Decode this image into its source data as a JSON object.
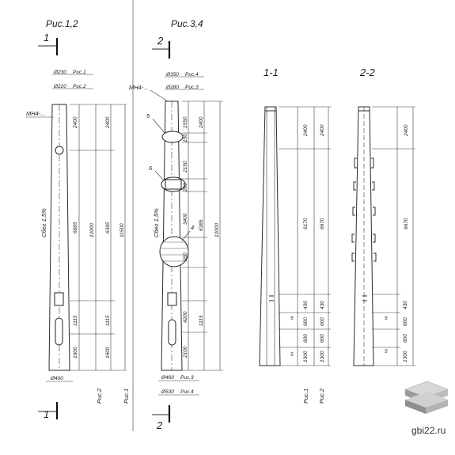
{
  "watermark": "gbi22.ru",
  "fig12": {
    "title": "Рис.1,2",
    "section_mark": "1",
    "top_dim1": "Ø230",
    "top_dim1_ref": "Рис.1",
    "top_dim2": "Ø220",
    "top_dim2_ref": "Рис.2",
    "embedded": "МН4-...",
    "slope": "Сбег 1,5%",
    "d1": "2400",
    "d2": "2400",
    "d3": "6885",
    "d4": "12000",
    "d5": "6385",
    "d6": "11500",
    "d7": "1115",
    "d8": "1115",
    "d9": "1600",
    "d10": "1600",
    "bottom_dim": "Ø400",
    "bottom_ref2": "Рис.2",
    "bottom_ref1": "Рис.1"
  },
  "fig34": {
    "title": "Рис.3,4",
    "section_mark": "2",
    "top_dim1": "Ø350",
    "top_dim1_ref": "Рис.4",
    "top_dim2": "Ø280",
    "top_dim2_ref": "Рис.3",
    "embedded": "МН4-...",
    "slope": "Сбег 1,5%",
    "c5": "5",
    "c6": "6",
    "c4": "4",
    "d1": "1550",
    "d2": "2400",
    "d3": "150",
    "d4": "2150",
    "d5": "200",
    "d6": "3400",
    "d7": "6385",
    "d8": "12000",
    "d9": "350",
    "d10": "4200",
    "d11": "1115",
    "d12": "2100",
    "bottom_dim1": "Ø460",
    "bottom_ref3": "Рис.3",
    "bottom_dim2": "Ø530",
    "bottom_ref4": "Рис.4"
  },
  "sec11": {
    "title": "1-1",
    "d1": "2400",
    "d2": "2400",
    "d3": "6170",
    "d4": "6670",
    "d5": "430",
    "d6": "430",
    "d7": "600",
    "d8": "600",
    "d9": "600",
    "d10": "600",
    "d11": "1300",
    "d12": "1300",
    "five": "5",
    "ref1": "Рис.1",
    "ref2": "Рис.2"
  },
  "sec22": {
    "title": "2-2",
    "d1": "2400",
    "d2": "6670",
    "d3": "430",
    "d4": "600",
    "d5": "600",
    "d6": "1300",
    "five": "5"
  }
}
